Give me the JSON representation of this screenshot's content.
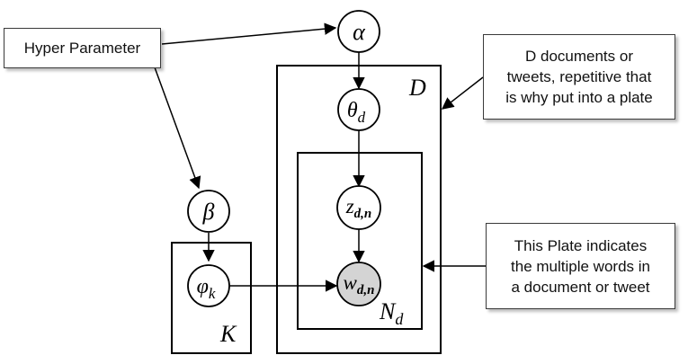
{
  "callouts": {
    "hyper": {
      "lines": [
        "Hyper Parameter"
      ]
    },
    "documents": {
      "lines": [
        "D documents or",
        "tweets, repetitive that",
        "is why put into a plate"
      ]
    },
    "words": {
      "lines": [
        "This Plate indicates",
        "the multiple words in",
        "a document or tweet"
      ]
    }
  },
  "nodes": {
    "alpha": {
      "symbol": "α"
    },
    "theta": {
      "symbol": "θ",
      "sub": "d"
    },
    "z": {
      "symbol": "z",
      "sub": "d,n"
    },
    "w": {
      "symbol": "w",
      "sub": "d,n",
      "observed": true
    },
    "beta": {
      "symbol": "β"
    },
    "phi": {
      "symbol": "φ",
      "sub": "k"
    }
  },
  "plates": {
    "documents": {
      "label": "D"
    },
    "words": {
      "label": "N",
      "sub": "d"
    },
    "topics": {
      "label": "K"
    }
  },
  "colors": {
    "observed_fill": "#d4d4d4",
    "stroke": "#000000"
  }
}
